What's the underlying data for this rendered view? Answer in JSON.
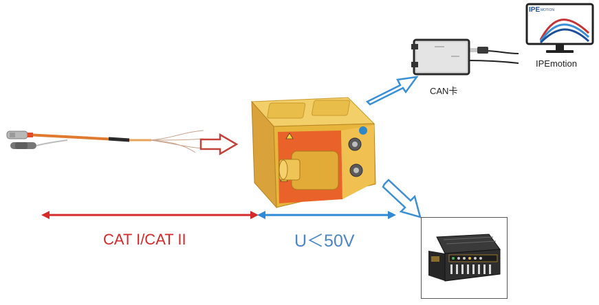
{
  "labels": {
    "software": "IPEmotion",
    "can_card": "CAN卡",
    "cat_range": "CAT I/CAT II",
    "voltage": "U＜50V"
  },
  "monitor_logo": {
    "brand_main": "IPE",
    "brand_sub": "MOTION"
  },
  "colors": {
    "cat_red": "#d42a2a",
    "voltage_blue": "#2f8ad4",
    "arrow_outline_blue": "#3a8fd6",
    "arrow_outline_red": "#c4413a",
    "module_gold": "#e7b43c",
    "module_orange": "#e9622a"
  },
  "icons": [
    "cable-probe-icon",
    "isolation-module-icon",
    "can-interface-icon",
    "monitor-icon",
    "data-logger-icon"
  ]
}
